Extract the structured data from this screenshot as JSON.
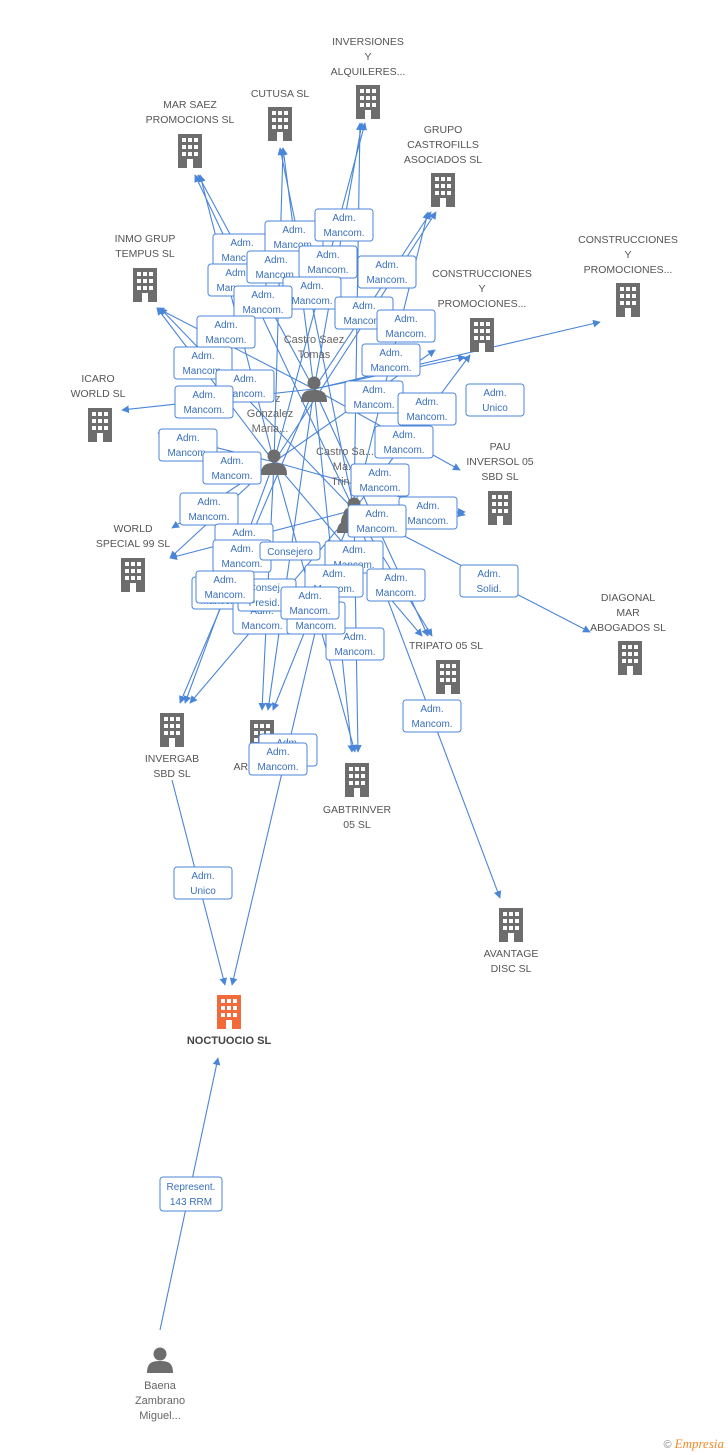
{
  "colors": {
    "edge": "#4a86d8",
    "building": "#6d6d6d",
    "building_main": "#f26a3a",
    "person": "#6d6d6d",
    "box_text": "#3a70bd"
  },
  "companies": [
    {
      "id": "inversiones",
      "lines": [
        "INVERSIONES",
        "Y",
        "ALQUILERES..."
      ]
    },
    {
      "id": "cutusa",
      "lines": [
        "CUTUSA SL"
      ]
    },
    {
      "id": "marsaez",
      "lines": [
        "MAR SAEZ",
        "PROMOCIONS SL"
      ]
    },
    {
      "id": "castrofills",
      "lines": [
        "GRUPO",
        "CASTROFILLS",
        "ASOCIADOS SL"
      ]
    },
    {
      "id": "const1",
      "lines": [
        "CONSTRUCCIONES",
        "Y",
        "PROMOCIONES..."
      ]
    },
    {
      "id": "inmogrup",
      "lines": [
        "INMO GRUP",
        "TEMPUS SL"
      ]
    },
    {
      "id": "const2",
      "lines": [
        "CONSTRUCCIONES",
        "Y",
        "PROMOCIONES..."
      ]
    },
    {
      "id": "icaro",
      "lines": [
        "ICARO",
        "WORLD SL"
      ]
    },
    {
      "id": "pau",
      "lines": [
        "PAU",
        "INVERSOL 05",
        "SBD SL"
      ]
    },
    {
      "id": "world",
      "lines": [
        "WORLD",
        "SPECIAL 99 SL"
      ]
    },
    {
      "id": "diagonal",
      "lines": [
        "DIAGONAL",
        "MAR",
        "ABOGADOS SL"
      ]
    },
    {
      "id": "tripato",
      "lines": [
        "TRIPATO 05 SL"
      ]
    },
    {
      "id": "invergab",
      "lines": [
        "INVERGAB",
        "SBD SL"
      ]
    },
    {
      "id": "arr",
      "lines": [
        "ARR..."
      ]
    },
    {
      "id": "gabtrinver",
      "lines": [
        "GABTRINVER",
        "05 SL"
      ]
    },
    {
      "id": "avantage",
      "lines": [
        "AVANTAGE",
        "DISC SL"
      ]
    },
    {
      "id": "noctuocio",
      "lines": [
        "NOCTUOCIO SL"
      ]
    }
  ],
  "persons": [
    {
      "id": "p1",
      "lines": [
        "Castro Saez",
        "Tomas"
      ]
    },
    {
      "id": "p2",
      "lines": [
        "...ez",
        "Gonzalez",
        "Maria..."
      ]
    },
    {
      "id": "p3",
      "lines": [
        "Castro Sa...",
        "Ma...",
        "Trin..."
      ]
    },
    {
      "id": "p4",
      "lines": []
    },
    {
      "id": "p5",
      "lines": [
        "Baena",
        "Zambrano",
        "Miguel..."
      ]
    }
  ],
  "relations": [
    {
      "lines": [
        "Adm.",
        "Mancom."
      ]
    },
    {
      "lines": [
        "Adm.",
        "Mancom."
      ]
    },
    {
      "lines": [
        "Adm.",
        "Mancom."
      ]
    },
    {
      "lines": [
        "Adm.",
        "Mancom."
      ]
    },
    {
      "lines": [
        "Adm.",
        "Mancom."
      ]
    },
    {
      "lines": [
        "Adm.",
        "Mancom."
      ]
    },
    {
      "lines": [
        "Adm.",
        "Mancom."
      ]
    },
    {
      "lines": [
        "Adm.",
        "Mancom."
      ]
    },
    {
      "lines": [
        "Adm.",
        "Mancom."
      ]
    },
    {
      "lines": [
        "Adm.",
        "Mancom."
      ]
    },
    {
      "lines": [
        "Adm.",
        "Mancom."
      ]
    },
    {
      "lines": [
        "Adm.",
        "Mancom."
      ]
    },
    {
      "lines": [
        "Adm.",
        "Mancom."
      ]
    },
    {
      "lines": [
        "Adm.",
        "Mancom."
      ]
    },
    {
      "lines": [
        "Adm.",
        "Mancom."
      ]
    },
    {
      "lines": [
        "Adm.",
        "Mancom."
      ]
    },
    {
      "lines": [
        "Adm.",
        "Mancom."
      ]
    },
    {
      "lines": [
        "Adm.",
        "Mancom."
      ]
    },
    {
      "lines": [
        "Adm.",
        "Unico"
      ]
    },
    {
      "lines": [
        "Adm.",
        "Mancom."
      ]
    },
    {
      "lines": [
        "Adm.",
        "Mancom."
      ]
    },
    {
      "lines": [
        "Adm.",
        "Mancom."
      ]
    },
    {
      "lines": [
        "Adm.",
        "Mancom."
      ]
    },
    {
      "lines": [
        "Adm.",
        "Mancom."
      ]
    },
    {
      "lines": [
        "Adm.",
        "Mancom."
      ]
    },
    {
      "lines": [
        "Adm.",
        "Mancom."
      ]
    },
    {
      "lines": [
        "Adm.",
        "Mancom."
      ]
    },
    {
      "lines": [
        "Adm.",
        "Mancom."
      ]
    },
    {
      "lines": [
        "Adm.",
        "Mancom."
      ]
    },
    {
      "lines": [
        "Adm.",
        "Mancom."
      ]
    },
    {
      "lines": [
        "Adm.",
        "Mancom."
      ]
    },
    {
      "lines": [
        "Consejero"
      ]
    },
    {
      "lines": [
        "Adm.",
        "Mancom."
      ]
    },
    {
      "lines": [
        "Adm.",
        "Mancom."
      ]
    },
    {
      "lines": [
        "Adm.",
        "Mancom."
      ]
    },
    {
      "lines": [
        "Adm.",
        "Solid."
      ]
    },
    {
      "lines": [
        "Adm.",
        "Mancom."
      ]
    },
    {
      "lines": [
        "Consej..",
        "Presid..."
      ]
    },
    {
      "lines": [
        "Adm.",
        "Mancom."
      ]
    },
    {
      "lines": [
        "Adm.",
        "Mancom."
      ]
    },
    {
      "lines": [
        "Adm.",
        "Mancom."
      ]
    },
    {
      "lines": [
        "Adm.",
        "Unico"
      ]
    },
    {
      "lines": [
        "Represent.",
        "143 RRM"
      ]
    },
    {
      "lines": [
        "Adm.",
        "Mancom."
      ]
    },
    {
      "lines": [
        "Adm.",
        "Mancom."
      ]
    }
  ],
  "footer": {
    "copyright": "©",
    "brand": "Empresia"
  }
}
